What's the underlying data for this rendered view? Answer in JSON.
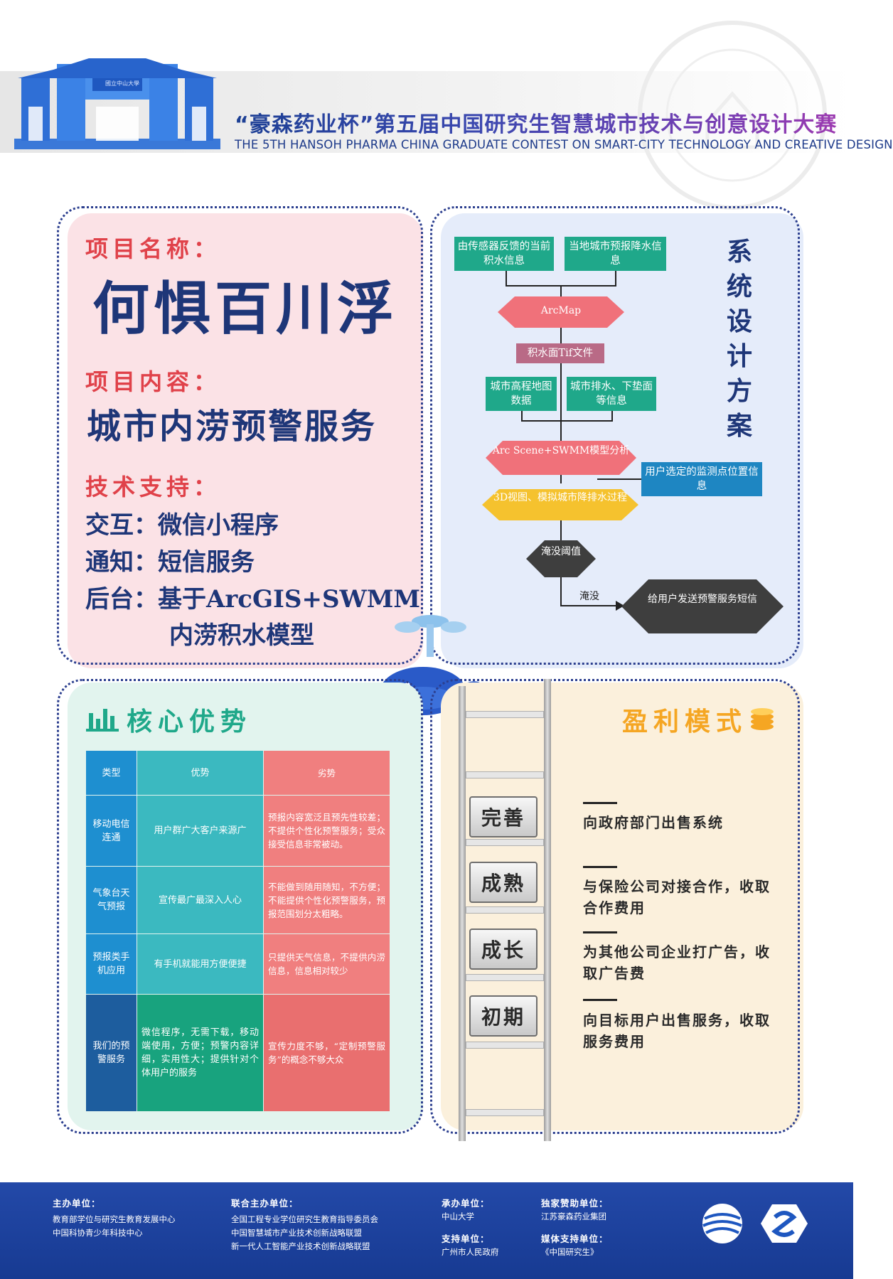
{
  "header": {
    "title_cn": "“豪森药业杯”第五届中国研究生智慧城市技术与创意设计大赛",
    "title_en": "THE 5TH HANSOH PHARMA  CHINA GRADUATE CONTEST ON SMART-CITY TECHNOLOGY AND CREATIVE DESIGN",
    "gate_plaque": "國立中山大學"
  },
  "project": {
    "name_label": "项目名称：",
    "name": "何惧百川浮",
    "content_label": "项目内容：",
    "content": "城市内涝预警服务",
    "tech_label": "技术支持：",
    "tech_lines": [
      {
        "key": "交互：",
        "value": "微信小程序"
      },
      {
        "key": "通知：",
        "value": "短信服务"
      },
      {
        "key": "后台：",
        "value": "基于ArcGIS+SWMM"
      }
    ],
    "tech_line_cont": "内涝积水模型"
  },
  "system": {
    "title_chars": [
      "系",
      "统",
      "设",
      "计",
      "方",
      "案"
    ],
    "flow": {
      "sensor": "由传感器反馈的当前积水信息",
      "forecast": "当地城市预报降水信息",
      "arcmap": "ArcMap",
      "tif": "积水面Tif文件",
      "elevation": "城市高程地图数据",
      "drainage": "城市排水、下垫面等信息",
      "scene": "Arc Scene+SWMM模型分析",
      "user_point": "用户选定的监测点位置信息",
      "view3d": "3D视图、模拟城市降排水过程",
      "threshold": "淹没阈值",
      "flood": "淹没",
      "send": "给用户发送预警服务短信"
    }
  },
  "advantages": {
    "title": "核心优势",
    "headers": [
      "类型",
      "优势",
      "劣势"
    ],
    "rows": [
      {
        "type": "移动电信连通",
        "adv": "用户群广大客户来源广",
        "dis": "预报内容宽泛且预先性较差；不提供个性化预警服务；受众接受信息非常被动。"
      },
      {
        "type": "气象台天气预报",
        "adv": "宣传最广最深入人心",
        "dis": "不能做到随用随知，不方便；不能提供个性化预警服务，预报范围划分太粗略。"
      },
      {
        "type": "预报类手机应用",
        "adv": "有手机就能用方便便捷",
        "dis": "只提供天气信息，不提供内涝信息，信息相对较少"
      },
      {
        "type": "我们的预警服务",
        "adv": "微信程序，无需下载，移动端使用，方便；预警内容详细，实用性大；提供针对个体用户的服务",
        "dis": "宣传力度不够，“定制预警服务”的概念不够大众"
      }
    ]
  },
  "profit": {
    "title": "盈利模式",
    "stages": [
      "完善",
      "成熟",
      "成长",
      "初期"
    ],
    "items": [
      "向政府部门出售系统",
      "与保险公司对接合作，收取合作费用",
      "为其他公司企业打广告，收取广告费",
      "向目标用户出售服务，收取服务费用"
    ]
  },
  "footer": {
    "host_label": "主办单位：",
    "host": [
      "教育部学位与研究生教育发展中心",
      "中国科协青少年科技中心"
    ],
    "cohost_label": "联合主办单位：",
    "cohost": [
      "全国工程专业学位研究生教育指导委员会",
      "中国智慧城市产业技术创新战略联盟",
      "新一代人工智能产业技术创新战略联盟"
    ],
    "organizer_label": "承办单位：",
    "organizer": "中山大学",
    "support_label": "支持单位：",
    "support": "广州市人民政府",
    "sponsor_label": "独家赞助单位：",
    "sponsor": "江苏豪森药业集团",
    "media_label": "媒体支持单位：",
    "media": "《中国研究生》"
  },
  "colors": {
    "navy": "#1e3678",
    "red_label": "#e0424a",
    "teal": "#1fa88a",
    "pink_hex": "#f0717a",
    "orange": "#f5a623"
  }
}
